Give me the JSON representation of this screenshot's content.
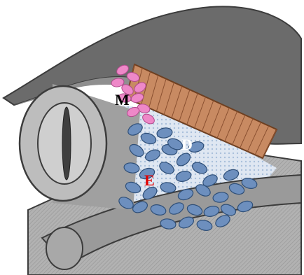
{
  "labels": {
    "m": {
      "text": "M",
      "color": "#000000"
    },
    "d": {
      "text": "D",
      "color": "#ffffff"
    },
    "e": {
      "text": "E",
      "color": "#e00000"
    }
  },
  "colors": {
    "tissue_dark": "#5f5f5f",
    "tissue_mid": "#8c8c8c",
    "tissue_light": "#bdbdbd",
    "tissue_edge": "#3c3c3c",
    "layer_brown": "#c88a62",
    "layer_brown_edge": "#6e3f20",
    "cell_blue": "#6d8fbe",
    "cell_blue_edge": "#2f4f78",
    "cell_pink": "#ee88c8",
    "cell_pink_edge": "#b04a8c"
  }
}
